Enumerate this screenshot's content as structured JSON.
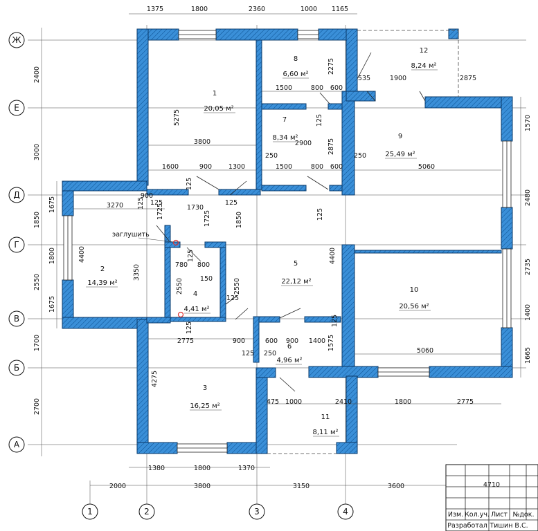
{
  "axes": {
    "rows": [
      "Ж",
      "Е",
      "Д",
      "Г",
      "В",
      "Б",
      "А"
    ],
    "cols": [
      "1",
      "2",
      "3",
      "4"
    ]
  },
  "dims_top": [
    "1375",
    "1800",
    "2360",
    "1000",
    "1165"
  ],
  "dims_bottom_windows": [
    "1380",
    "1800",
    "1370"
  ],
  "dims_bottom_axes": [
    "2000",
    "3800",
    "3150",
    "3600"
  ],
  "dims_left": [
    "2400",
    "3000",
    "1850",
    "2550",
    "1700",
    "2700"
  ],
  "dims_left_inner": [
    "1675",
    "1800",
    "1675"
  ],
  "dims_right": [
    "1570",
    "2480",
    "2735",
    "1400",
    "1665"
  ],
  "dims_interior": {
    "d1": "5275",
    "d2": "3800",
    "d3": "1600",
    "d4": "900",
    "d5": "1300",
    "d6": "3270",
    "d7": "1730",
    "d8": "4400",
    "d9": "3350",
    "d10": "1725",
    "d11": "1725",
    "d12": "1850",
    "d13": "780",
    "d14": "800",
    "d15": "2550",
    "d16": "2550",
    "d17": "150",
    "d18": "2775",
    "d19": "900",
    "d20": "4275",
    "d21": "1500",
    "d22": "800",
    "d23": "600",
    "d24": "2900",
    "d25": "250",
    "d26": "1500",
    "d27": "800",
    "d28": "600",
    "d29": "2275",
    "d30": "2875",
    "d31": "535",
    "d32": "1900",
    "d33": "2875",
    "d34": "5060",
    "d35": "4400",
    "d36": "5060",
    "d37": "600",
    "d38": "900",
    "d39": "1400",
    "d40": "1575",
    "d41": "250",
    "d42": "475",
    "d43": "1000",
    "d44": "2410",
    "d45": "1800",
    "d46": "2775",
    "d47": "125",
    "d48": "125",
    "d49": "125",
    "d50": "125",
    "d51": "125",
    "d52": "125",
    "d53": "125",
    "d54": "125",
    "d55": "125",
    "d56": "250",
    "d57": "125",
    "d58": "900",
    "d59": "125"
  },
  "note_plug": "эаглушить",
  "rooms": [
    {
      "num": "1",
      "area": "20,05 м²"
    },
    {
      "num": "2",
      "area": "14,39 м²"
    },
    {
      "num": "3",
      "area": "16,25 м²"
    },
    {
      "num": "4",
      "area": "4,41 м²"
    },
    {
      "num": "5",
      "area": "22,12 м²"
    },
    {
      "num": "6",
      "area": "4,96 м²"
    },
    {
      "num": "7",
      "area": "8,34 м²"
    },
    {
      "num": "8",
      "area": "6,60 м²"
    },
    {
      "num": "9",
      "area": "25,49 м²"
    },
    {
      "num": "10",
      "area": "20,56 м²"
    },
    {
      "num": "11",
      "area": "8,11 м²"
    },
    {
      "num": "12",
      "area": "8,24 м²"
    }
  ],
  "title_block": {
    "row1": [
      "Изм.",
      "Кол.уч.",
      "Лист",
      "№док."
    ],
    "row2": [
      "Разработал",
      "Тишин В.С."
    ],
    "dim": "4710"
  }
}
